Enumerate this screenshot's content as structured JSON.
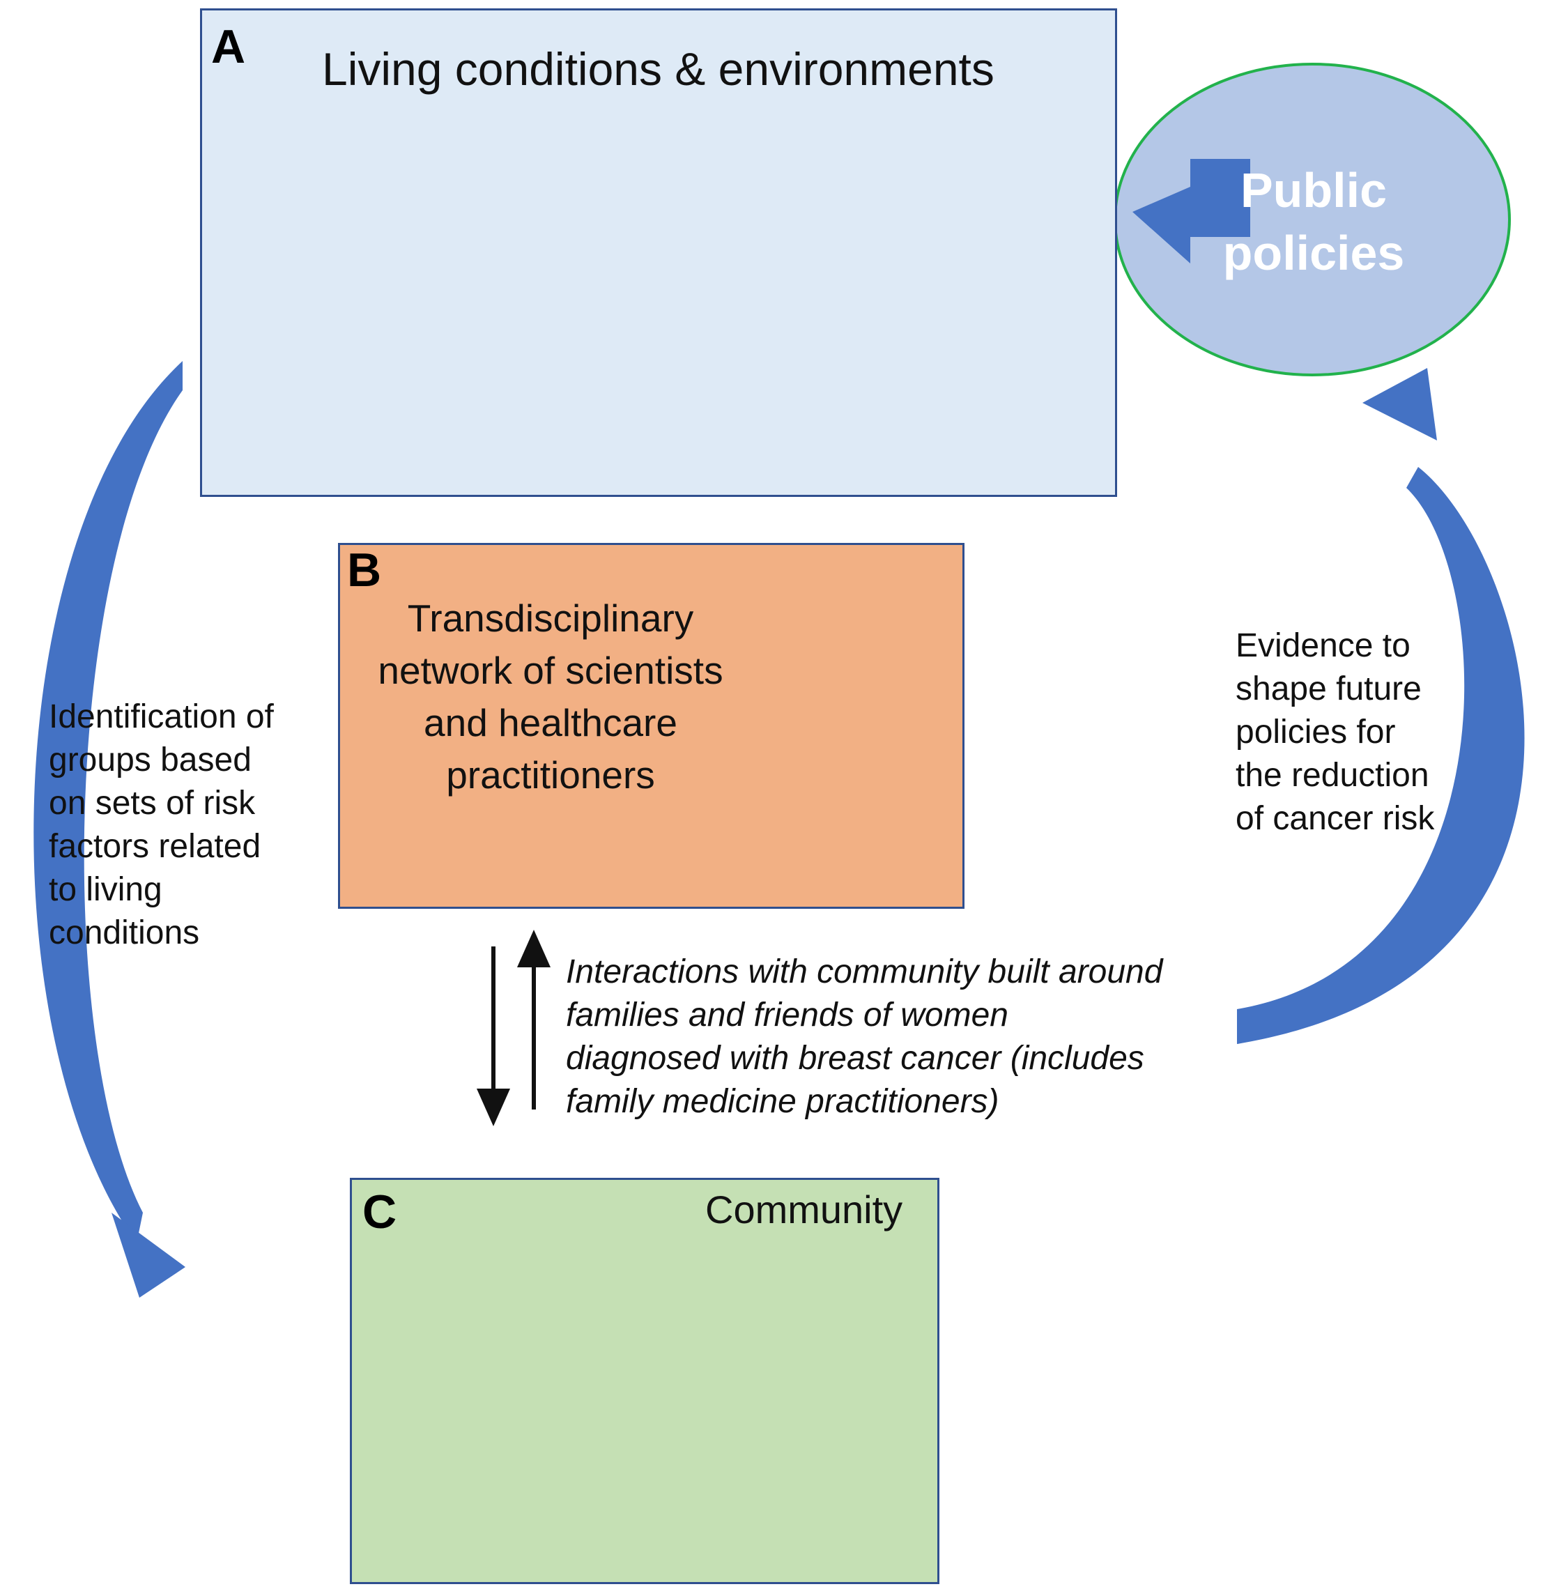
{
  "panel_a": {
    "letter": "A",
    "title": "Living conditions & environments"
  },
  "panel_b": {
    "letter": "B",
    "lines": [
      "Transdisciplinary",
      "network of scientists",
      "and healthcare",
      "practitioners"
    ]
  },
  "panel_c": {
    "letter": "C",
    "title": "Community"
  },
  "public_policies": {
    "lines": [
      "Public",
      "policies"
    ]
  },
  "left_caption": {
    "lines": [
      "Identification of",
      "groups based",
      "on sets of risk",
      "factors related",
      "to living",
      "conditions"
    ]
  },
  "right_caption": {
    "lines": [
      "Evidence to",
      "shape future",
      "policies for",
      "the reduction",
      "of cancer risk"
    ]
  },
  "interaction_caption": {
    "lines": [
      "Interactions with community built around",
      "families and friends of women",
      "diagnosed with breast cancer (includes",
      "family medicine practitioners)"
    ]
  },
  "colors": {
    "panel_a_fill": "#deeaf6",
    "panel_b_fill": "#f2b084",
    "panel_c_fill": "#c5e0b4",
    "arrow_blue": "#4472c4",
    "ellipse_fill": "#b4c7e7",
    "ellipse_stroke": "#22b24c",
    "house_gold": "#c9a227",
    "house_blue": "#1f6fc2",
    "people_b": "#1aa3e0",
    "people_c": "#2d5a22"
  }
}
